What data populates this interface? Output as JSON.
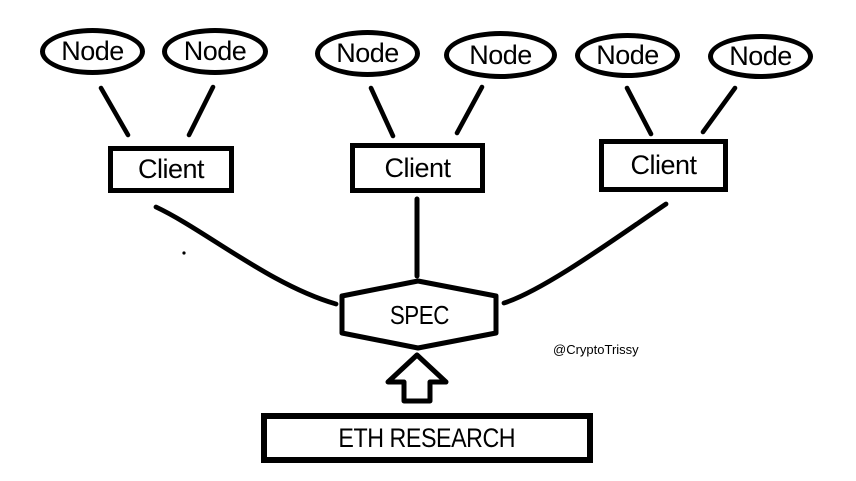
{
  "colors": {
    "ink": "#000000",
    "background": "#ffffff"
  },
  "diagram": {
    "nodes": [
      {
        "label": "Node"
      },
      {
        "label": "Node"
      },
      {
        "label": "Node"
      },
      {
        "label": "Node"
      },
      {
        "label": "Node"
      },
      {
        "label": "Node"
      }
    ],
    "clients": [
      {
        "label": "Client"
      },
      {
        "label": "Client"
      },
      {
        "label": "Client"
      }
    ],
    "hub": {
      "label": "SPEC",
      "shape": "hexagon"
    },
    "source": {
      "label": "ETH RESEARCH",
      "shape": "rectangle"
    },
    "watermark": "@CryptoTrissy",
    "edges": [
      {
        "from": "node-1",
        "to": "client-1",
        "style": "line"
      },
      {
        "from": "node-2",
        "to": "client-1",
        "style": "line"
      },
      {
        "from": "node-3",
        "to": "client-2",
        "style": "line"
      },
      {
        "from": "node-4",
        "to": "client-2",
        "style": "line"
      },
      {
        "from": "node-5",
        "to": "client-3",
        "style": "line"
      },
      {
        "from": "node-6",
        "to": "client-3",
        "style": "line"
      },
      {
        "from": "client-1",
        "to": "spec",
        "style": "curve"
      },
      {
        "from": "client-2",
        "to": "spec",
        "style": "straight"
      },
      {
        "from": "client-3",
        "to": "spec",
        "style": "curve"
      },
      {
        "from": "eth-research",
        "to": "spec",
        "style": "block-arrow"
      }
    ]
  }
}
